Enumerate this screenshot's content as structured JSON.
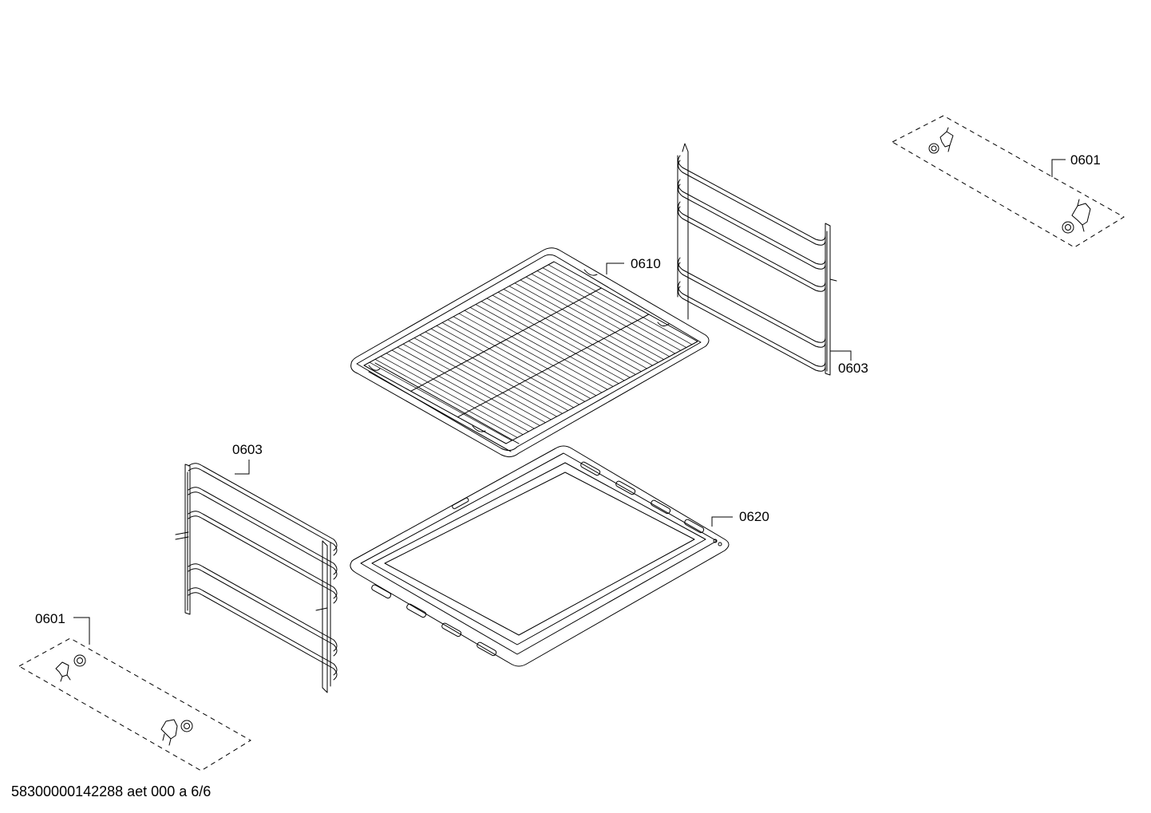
{
  "callouts": {
    "shelf_support_clips_top_right": "0601",
    "shelf_support_clips_bottom_left": "0601",
    "side_rail_right": "0603",
    "side_rail_left": "0603",
    "wire_rack": "0610",
    "baking_tray": "0620"
  },
  "footer": {
    "document_id": "58300000142288 aet 000 a 6/6"
  },
  "colors": {
    "line": "#000000",
    "background": "#ffffff"
  }
}
